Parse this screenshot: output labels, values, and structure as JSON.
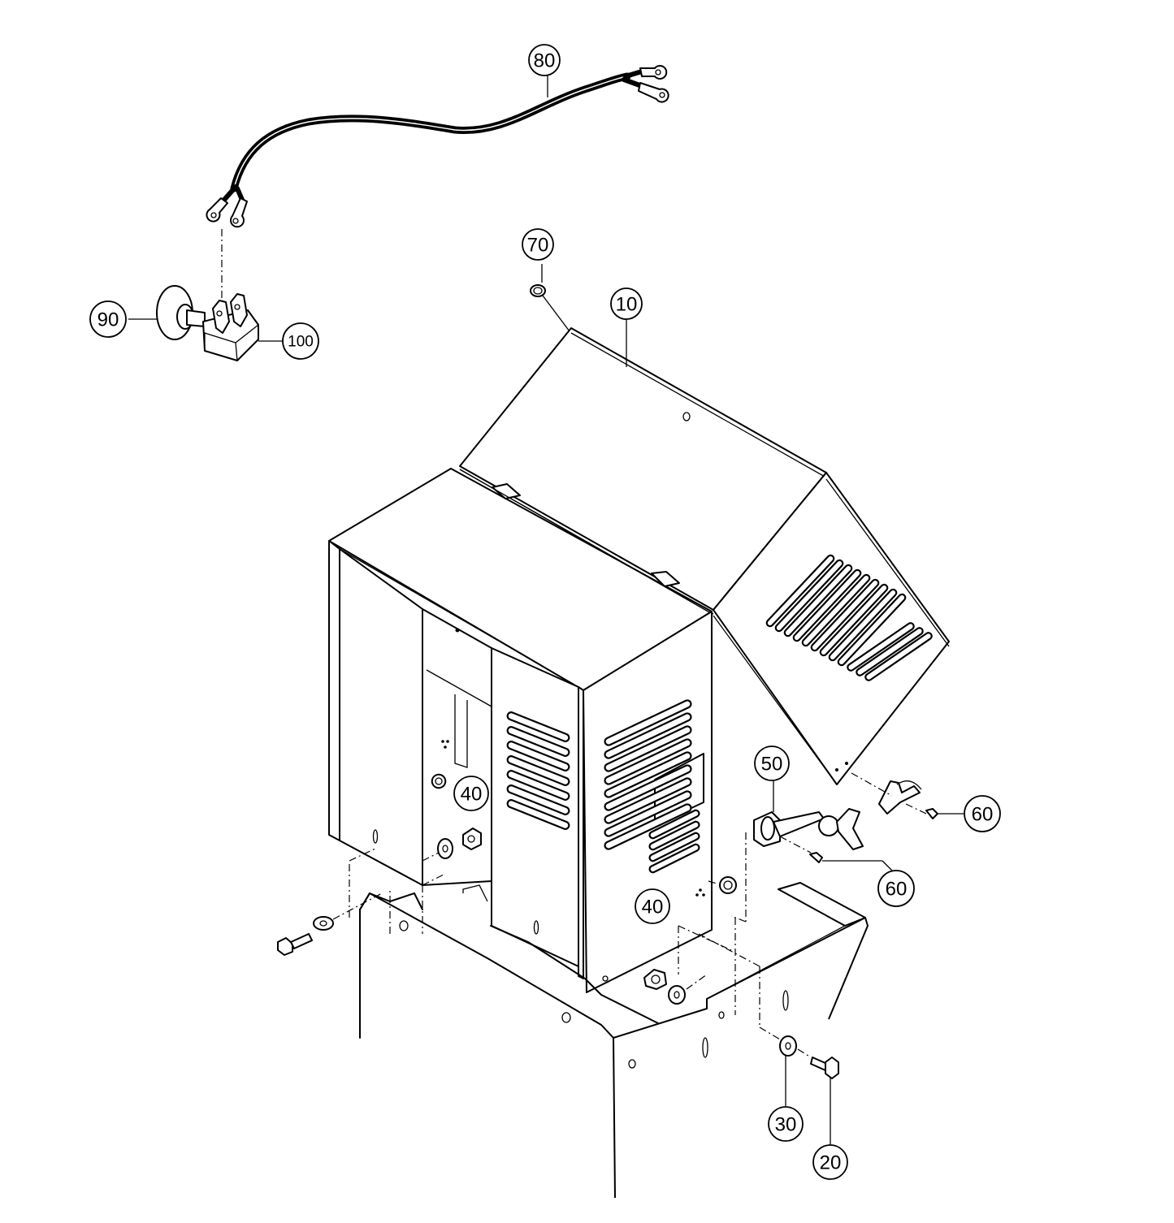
{
  "callouts": [
    {
      "id": "80",
      "label": "80"
    },
    {
      "id": "70",
      "label": "70"
    },
    {
      "id": "10",
      "label": "10"
    },
    {
      "id": "90",
      "label": "90"
    },
    {
      "id": "100",
      "label": "100"
    },
    {
      "id": "40a",
      "label": "40"
    },
    {
      "id": "40b",
      "label": "40"
    },
    {
      "id": "50",
      "label": "50"
    },
    {
      "id": "60a",
      "label": "60"
    },
    {
      "id": "60b",
      "label": "60"
    },
    {
      "id": "30",
      "label": "30"
    },
    {
      "id": "20",
      "label": "20"
    }
  ]
}
